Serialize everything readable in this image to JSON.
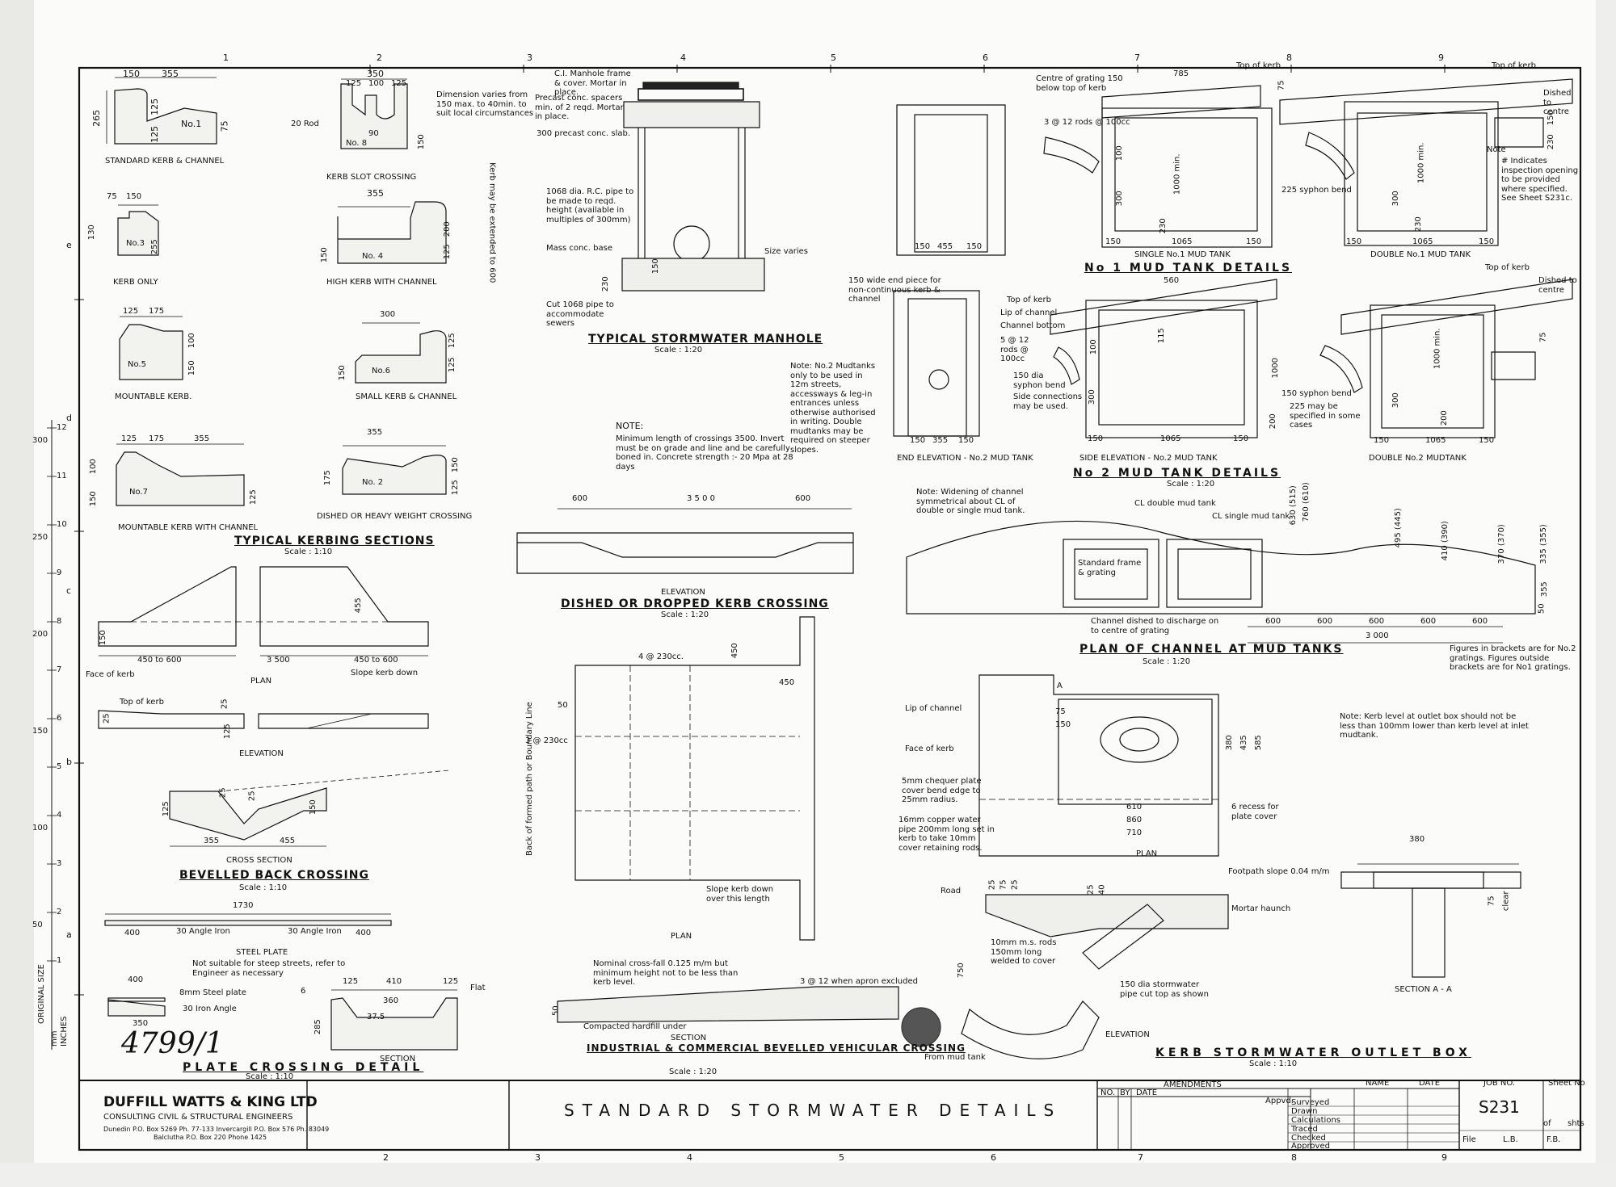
{
  "grid": {
    "top": [
      "1",
      "2",
      "3",
      "4",
      "5",
      "6",
      "7",
      "8",
      "9"
    ],
    "bottom": [
      "2",
      "3",
      "4",
      "5",
      "6",
      "7",
      "8",
      "9"
    ],
    "left": [
      "e",
      "d",
      "c",
      "b",
      "a"
    ]
  },
  "kerbing": {
    "standard": {
      "dims": [
        "150",
        "355",
        "265",
        "125",
        "125",
        "75"
      ],
      "tag": "No.1",
      "caption": "STANDARD KERB & CHANNEL"
    },
    "slot": {
      "dims": [
        "350",
        "125",
        "100",
        "125",
        "90",
        "150"
      ],
      "rod": "20 Rod",
      "tag": "No. 8",
      "note": "Dimension varies from 150 max. to 40min. to suit local circumstances",
      "caption": "KERB SLOT CROSSING"
    },
    "only": {
      "dims": [
        "75",
        "150",
        "130",
        "255"
      ],
      "tag": "No.3",
      "caption": "KERB ONLY"
    },
    "high": {
      "dims": [
        "355",
        "200",
        "125",
        "150"
      ],
      "tag": "No. 4",
      "vnote": "Kerb may be extended to 600",
      "caption": "HIGH KERB WITH CHANNEL"
    },
    "mountable": {
      "dims": [
        "125",
        "175",
        "100",
        "150"
      ],
      "tag": "No.5",
      "caption": "MOUNTABLE KERB."
    },
    "small": {
      "dims": [
        "300",
        "125",
        "125",
        "150"
      ],
      "tag": "No.6",
      "caption": "SMALL KERB & CHANNEL"
    },
    "mountable_ch": {
      "dims": [
        "125",
        "175",
        "355",
        "100",
        "150",
        "125"
      ],
      "tag": "No.7",
      "caption": "MOUNTABLE KERB WITH CHANNEL"
    },
    "dished": {
      "dims": [
        "355",
        "150",
        "125",
        "175"
      ],
      "tag": "No. 2",
      "caption": "DISHED OR HEAVY WEIGHT CROSSING"
    },
    "title": "TYPICAL KERBING SECTIONS",
    "scale": "Scale : 1:10"
  },
  "bevelled": {
    "plan_dims": [
      "450 to 600",
      "3 500",
      "450 to 600",
      "455",
      "150"
    ],
    "face": "Face of kerb",
    "slope": "Slope kerb down",
    "plan": "PLAN",
    "top": "Top of kerb",
    "elevation": "ELEVATION",
    "edims": [
      "25",
      "25",
      "125"
    ],
    "sec_dims": [
      "125",
      "25",
      "25",
      "150",
      "355",
      "455"
    ],
    "cross": "CROSS SECTION",
    "title": "BEVELLED BACK CROSSING",
    "scale": "Scale : 1:10"
  },
  "plate": {
    "len": "1730",
    "l1": "400",
    "angle1": "30 Angle Iron",
    "angle2": "30 Angle Iron",
    "l2": "400",
    "steel": "STEEL PLATE",
    "steel_note": "Not suitable for steep streets, refer to Engineer as necessary",
    "d400": "400",
    "steel_pl": "8mm Steel plate",
    "angle": "30 Iron Angle",
    "d350": "350",
    "sec_dims": [
      "125",
      "410",
      "125",
      "285",
      "360",
      "37.5",
      "6"
    ],
    "flat": "Flat",
    "section": "SECTION",
    "title": "PLATE CROSSING DETAIL",
    "scale": "Scale : 1:10",
    "hand": "4799/1"
  },
  "manhole": {
    "notes": [
      "C.I. Manhole frame & cover. Mortar in place.",
      "Precast conc. spacers min. of 2 reqd. Mortar in place.",
      "300 precast conc. slab.",
      "1068 dia. R.C. pipe to be made to reqd. height (available in multiples of 300mm)",
      "Mass conc. base",
      "Cut 1068 pipe to accommodate sewers",
      "Size varies",
      "150",
      "230"
    ],
    "title": "TYPICAL STORMWATER MANHOLE",
    "scale": "Scale : 1:20"
  },
  "dished_crossing": {
    "note_h": "NOTE:",
    "note": "Minimum length of crossings 3500. Invert must be on grade and line and be carefully boned in. Concrete strength :- 20 Mpa at 28 days",
    "dims": [
      "600",
      "3 5 0 0",
      "600"
    ],
    "elev": "ELEVATION",
    "title": "DISHED OR DROPPED KERB CROSSING",
    "scale": "Scale : 1:20"
  },
  "vehicular": {
    "labels": [
      "4 @ 230cc.",
      "450",
      "450",
      "50",
      "3 @ 230cc",
      "Back of formed path or Boundary Line",
      "Slope kerb down over this length",
      "PLAN",
      "50",
      "Nominal cross-fall 0.125 m/m but minimum height not to be less than kerb level.",
      "3 @ 12 when apron excluded",
      "Compacted hardfill under",
      "SECTION"
    ],
    "title": "INDUSTRIAL & COMMERCIAL BEVELLED VEHICULAR CROSSING",
    "scale": "Scale : 1:20"
  },
  "mudtank": {
    "no1": {
      "labels": [
        "Centre of grating 150 below top of kerb",
        "785",
        "Top of kerb",
        "3 @ 12 rods @ 100cc",
        "100",
        "300",
        "1000 min.",
        "230",
        "150",
        "1065",
        "150",
        "150",
        "455",
        "150",
        "SINGLE No.1 MUD TANK",
        "Top of kerb",
        "75",
        "Dished to centre",
        "150",
        "230",
        "Note",
        "# Indicates inspection opening to be provided where specified. See Sheet S231c.",
        "225 syphon bend",
        "300",
        "1000 min.",
        "230",
        "150",
        "1065",
        "150",
        "DOUBLE No.1 MUD TANK"
      ],
      "title": "No 1 MUD TANK DETAILS"
    },
    "no2": {
      "labels": [
        "150 wide end piece for non-continuous kerb & channel",
        "Top of kerb",
        "Lip of channel",
        "Channel bottom",
        "5 @ 12 rods @ 100cc",
        "150 dia syphon bend",
        "Side connections may be used.",
        "560",
        "115",
        "100",
        "300",
        "1000",
        "200",
        "150",
        "1065",
        "150",
        "150",
        "355",
        "150",
        "END ELEVATION - No.2 MUD TANK",
        "SIDE ELEVATION - No.2 MUD TANK",
        "Top of kerb",
        "Dished to centre",
        "75",
        "150 syphon bend",
        "225 may be specified in some cases",
        "1000 min.",
        "300",
        "200",
        "150",
        "1065",
        "150",
        "DOUBLE No.2 MUDTANK"
      ],
      "note": "Note: No.2 Mudtanks only to be used in 12m streets, accessways & leg-in entrances unless otherwise authorised in writing. Double mudtanks may be required on steeper slopes.",
      "title": "No 2 MUD TANK DETAILS",
      "scale": "Scale : 1:20"
    }
  },
  "channel_plan": {
    "note": "Note: Widening of channel symmetrical about CL of double or single mud tank.",
    "labels": [
      "CL double mud tank",
      "CL single mud tank",
      "630 (515)",
      "495 (445)",
      "410 (390)",
      "370 (370)",
      "335 (355)",
      "760 (610)",
      "Standard frame & grating",
      "Channel dished to discharge on to centre of grating",
      "600",
      "600",
      "600",
      "600",
      "600",
      "3 000",
      "355",
      "50"
    ],
    "figs": "Figures in brackets are for No.2 gratings. Figures outside brackets are for No1 gratings.",
    "title": "PLAN OF CHANNEL AT MUD TANKS",
    "scale": "Scale : 1:20"
  },
  "outlet": {
    "labels": [
      "A",
      "Lip of channel",
      "Face of kerb",
      "5mm chequer plate cover bend edge to 25mm radius.",
      "16mm copper water pipe 200mm long set in kerb to take 10mm cover retaining rods.",
      "75",
      "150",
      "380",
      "435",
      "585",
      "610",
      "860",
      "710",
      "6 recess for plate cover",
      "PLAN",
      "Road",
      "25",
      "75",
      "25",
      "25",
      "40",
      "Footpath slope 0.04 m/m",
      "Mortar haunch",
      "10mm m.s. rods 150mm long welded to cover",
      "150 dia stormwater pipe cut top as shown",
      "750",
      "From mud tank",
      "ELEVATION",
      "380",
      "75",
      "clear",
      "SECTION A - A"
    ],
    "note": "Note: Kerb level at outlet box should not be less than 100mm lower than kerb level at inlet mudtank.",
    "title": "KERB STORMWATER OUTLET BOX",
    "scale": "Scale : 1:10"
  },
  "title_block": {
    "firm": "DUFFILL WATTS & KING LTD",
    "sub": "CONSULTING CIVIL & STRUCTURAL ENGINEERS",
    "addr1": "Dunedin P.O. Box 5269 Ph. 77-133 Invercargill P.O. Box 576 Ph. 83049",
    "addr2": "Balclutha P.O. Box 220 Phone 1425",
    "drawing": "STANDARD STORMWATER DETAILS",
    "amend": "AMENDMENTS",
    "no": "NO.",
    "by": "BY",
    "date": "DATE",
    "appvd": "Appvd.",
    "name": "NAME",
    "date2": "DATE",
    "roles": [
      "Surveyed",
      "Drawn",
      "Calculations",
      "Traced",
      "Checked",
      "Approved"
    ],
    "job_h": "JOB NO.",
    "job": "S231",
    "sheet_h": "Sheet No",
    "of": "of",
    "shts": "shts",
    "file": "File",
    "lb": "L.B.",
    "fb": "F.B."
  },
  "ruler": {
    "orig": "ORIGINAL SIZE",
    "mm": "mm",
    "inch": "INCHES",
    "nums": [
      "12",
      "11",
      "10",
      "9",
      "8",
      "7",
      "6",
      "5",
      "4",
      "3",
      "2",
      "1"
    ],
    "mmn": [
      "300",
      "250",
      "200",
      "150",
      "100",
      "50"
    ]
  }
}
